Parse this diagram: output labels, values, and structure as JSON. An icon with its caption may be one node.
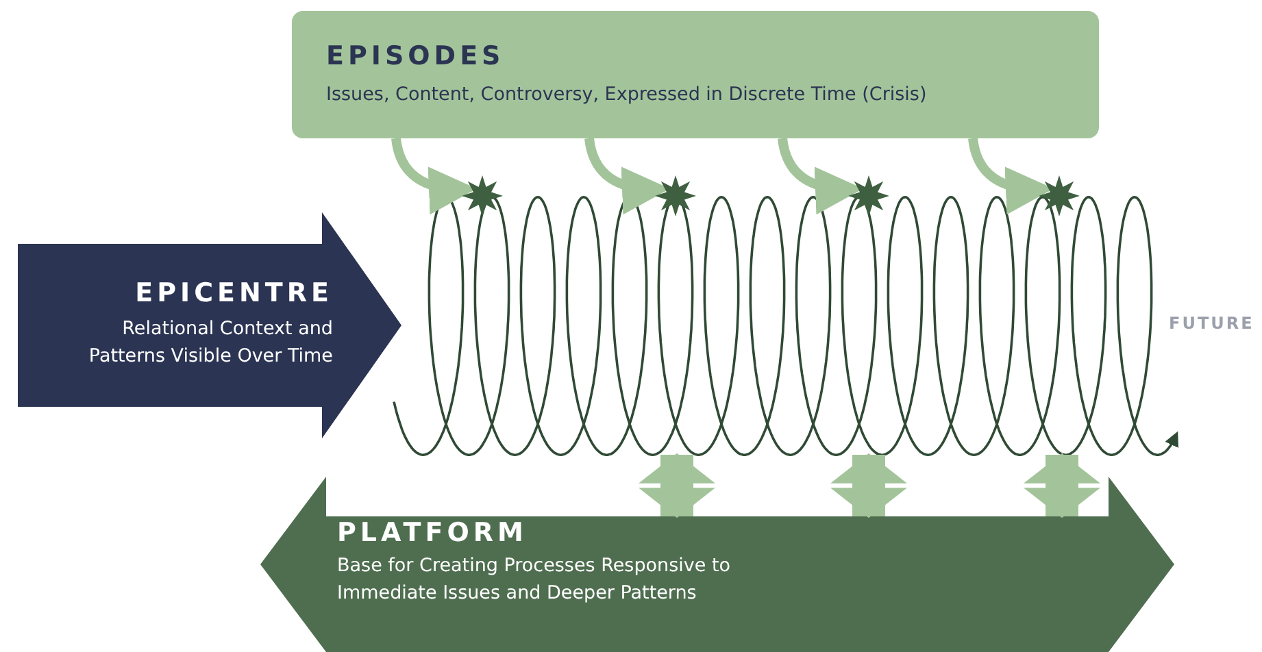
{
  "diagram": {
    "nodes": [
      {
        "text": [
          "EPISODES",
          "Issues, Content, Controversy, Expressed in Discrete Time (Crisis)"
        ]
      },
      {
        "text": [
          "EPICENTRE",
          "Relational Context and Patterns Visible Over Time"
        ]
      },
      {
        "text": [
          "PLATFORM",
          "Base for Creating Processes Responsive to Immediate Issues and Deeper Patterns"
        ]
      },
      {
        "text": [],
        "shape": "star"
      },
      {
        "text": [],
        "shape": "star"
      },
      {
        "text": [],
        "shape": "star"
      },
      {
        "text": [],
        "shape": "star"
      },
      {
        "text": [],
        "shape": "spiral"
      }
    ],
    "edges": [
      {
        "from": 0,
        "to": 3,
        "arrow": "to"
      },
      {
        "from": 0,
        "to": 4,
        "arrow": "to"
      },
      {
        "from": 0,
        "to": 5,
        "arrow": "to"
      },
      {
        "from": 0,
        "to": 6,
        "arrow": "to"
      },
      {
        "from": 7,
        "to": 2,
        "arrow": "both",
        "style": "thick"
      },
      {
        "from": 7,
        "to": 2,
        "arrow": "both",
        "style": "thick"
      },
      {
        "from": 7,
        "to": 2,
        "arrow": "both",
        "style": "thick"
      }
    ],
    "labels": [
      "FUTURE"
    ]
  }
}
